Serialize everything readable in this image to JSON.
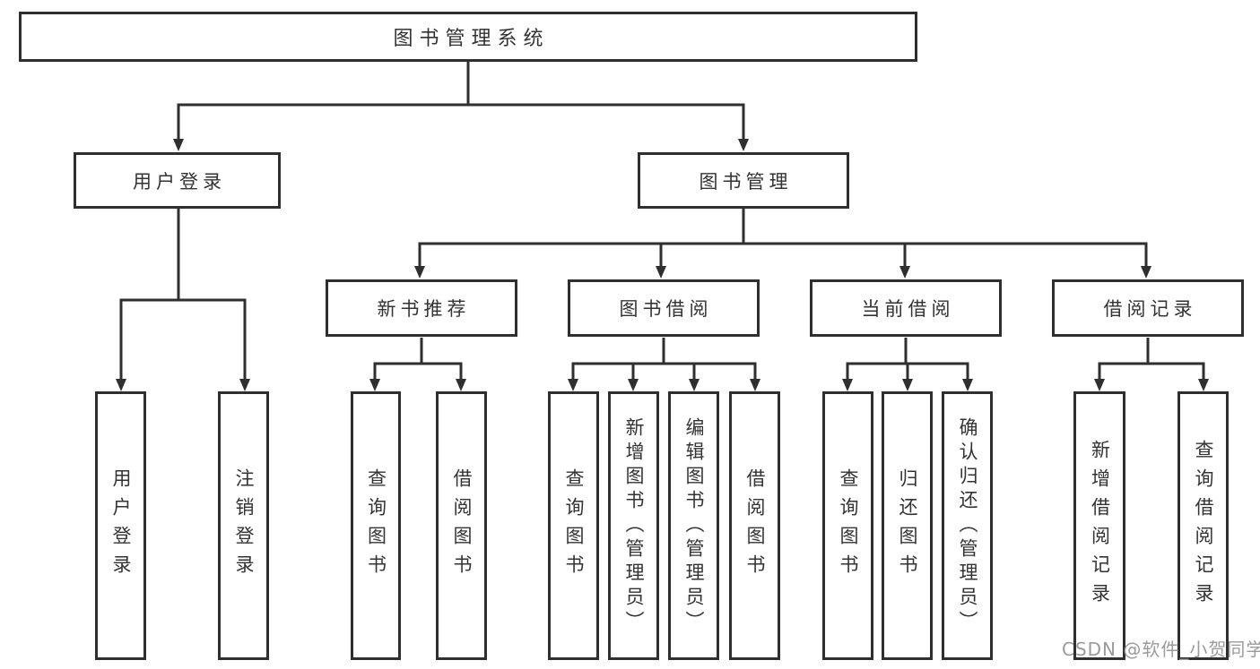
{
  "colors": {
    "line": "#2f2f2f",
    "box_border": "#2f2f2f",
    "text": "#333333",
    "background": "#ffffff",
    "watermark": "#9b9b9b"
  },
  "watermark": {
    "text": "CSDN @软件_小贺同学"
  },
  "nodes": {
    "root": {
      "label": "图书管理系统"
    },
    "user_login": {
      "label": "用户登录",
      "children": [
        {
          "label": "用户登录"
        },
        {
          "label": "注销登录"
        }
      ]
    },
    "book_management": {
      "label": "图书管理",
      "children": [
        {
          "label": "新书推荐",
          "children": [
            {
              "label": "查询图书"
            },
            {
              "label": "借阅图书"
            }
          ]
        },
        {
          "label": "图书借阅",
          "children": [
            {
              "label": "查询图书"
            },
            {
              "label": "新增图书（管理员）"
            },
            {
              "label": "编辑图书（管理员）"
            },
            {
              "label": "借阅图书"
            }
          ]
        },
        {
          "label": "当前借阅",
          "children": [
            {
              "label": "查询图书"
            },
            {
              "label": "归还图书"
            },
            {
              "label": "确认归还（管理员）"
            }
          ]
        },
        {
          "label": "借阅记录",
          "children": [
            {
              "label": "新增借阅记录"
            },
            {
              "label": "查询借阅记录"
            }
          ]
        }
      ]
    }
  }
}
